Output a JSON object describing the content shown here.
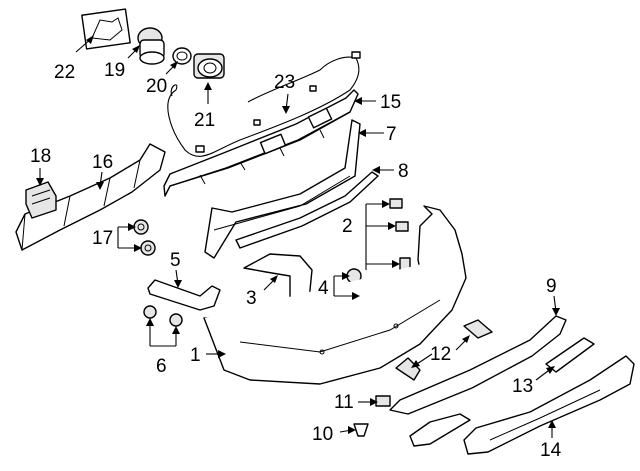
{
  "diagram": {
    "callouts": [
      {
        "id": "c1",
        "text": "1"
      },
      {
        "id": "c2",
        "text": "2"
      },
      {
        "id": "c3",
        "text": "3"
      },
      {
        "id": "c4",
        "text": "4"
      },
      {
        "id": "c5",
        "text": "5"
      },
      {
        "id": "c6",
        "text": "6"
      },
      {
        "id": "c7",
        "text": "7"
      },
      {
        "id": "c8",
        "text": "8"
      },
      {
        "id": "c9",
        "text": "9"
      },
      {
        "id": "c10",
        "text": "10"
      },
      {
        "id": "c11",
        "text": "11"
      },
      {
        "id": "c12",
        "text": "12"
      },
      {
        "id": "c13",
        "text": "13"
      },
      {
        "id": "c14",
        "text": "14"
      },
      {
        "id": "c15",
        "text": "15"
      },
      {
        "id": "c16",
        "text": "16"
      },
      {
        "id": "c17",
        "text": "17"
      },
      {
        "id": "c18",
        "text": "18"
      },
      {
        "id": "c19",
        "text": "19"
      },
      {
        "id": "c20",
        "text": "20"
      },
      {
        "id": "c21",
        "text": "21"
      },
      {
        "id": "c22",
        "text": "22"
      },
      {
        "id": "c23",
        "text": "23"
      }
    ]
  }
}
